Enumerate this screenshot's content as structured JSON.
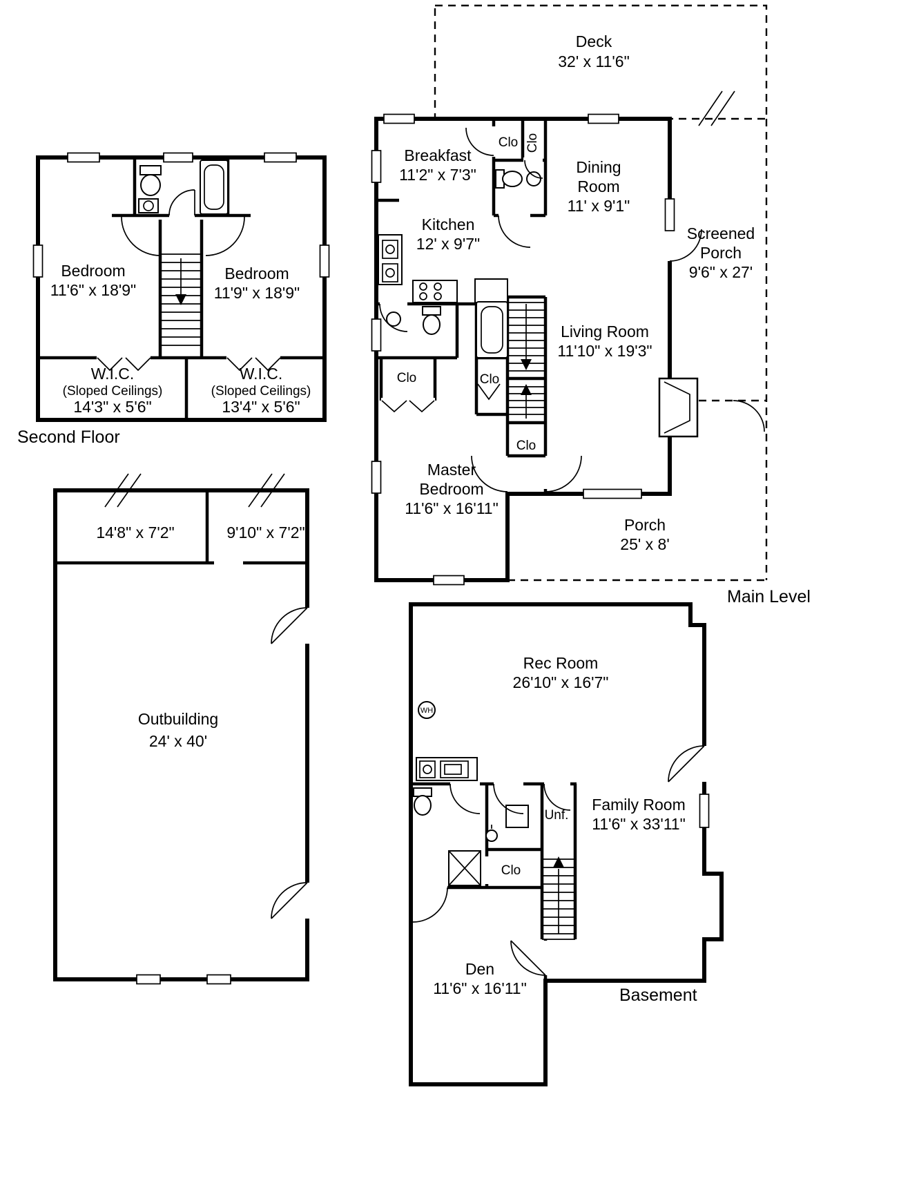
{
  "page": {
    "background": "#ffffff",
    "ink": "#000000"
  },
  "labels": {
    "closet": "Clo",
    "water_heater": "WH",
    "unfinished": "Unf."
  },
  "second_floor": {
    "title": "Second Floor",
    "bedroom_left": {
      "lines": [
        "Bedroom",
        "11'6\" x 18'9\""
      ]
    },
    "bedroom_right": {
      "lines": [
        "Bedroom",
        "11'9\" x 18'9\""
      ]
    },
    "wic_left": {
      "lines": [
        "W.I.C.",
        "(Sloped Ceilings)",
        "14'3\" x 5'6\""
      ]
    },
    "wic_right": {
      "lines": [
        "W.I.C.",
        "(Sloped Ceilings)",
        "13'4\" x 5'6\""
      ]
    }
  },
  "main_level": {
    "title": "Main Level",
    "deck": {
      "lines": [
        "Deck",
        "32' x 11'6\""
      ]
    },
    "breakfast": {
      "lines": [
        "Breakfast",
        "11'2\" x 7'3\""
      ]
    },
    "dining_room": {
      "lines": [
        "Dining",
        "Room",
        "11' x 9'1\""
      ]
    },
    "kitchen": {
      "lines": [
        "Kitchen",
        "12' x 9'7\""
      ]
    },
    "screened_porch": {
      "lines": [
        "Screened",
        "Porch",
        "9'6\" x 27'"
      ]
    },
    "living_room": {
      "lines": [
        "Living Room",
        "11'10\" x 19'3\""
      ]
    },
    "master_bedroom": {
      "lines": [
        "Master",
        "Bedroom",
        "11'6\" x 16'11\""
      ]
    },
    "porch": {
      "lines": [
        "Porch",
        "25' x 8'"
      ]
    }
  },
  "outbuilding": {
    "room_left": {
      "lines": [
        "14'8\" x 7'2\""
      ]
    },
    "room_right": {
      "lines": [
        "9'10\" x 7'2\""
      ]
    },
    "main": {
      "lines": [
        "Outbuilding",
        "24' x 40'"
      ]
    }
  },
  "basement": {
    "title": "Basement",
    "rec_room": {
      "lines": [
        "Rec Room",
        "26'10\" x 16'7\""
      ]
    },
    "family_room": {
      "lines": [
        "Family Room",
        "11'6\" x 33'11\""
      ]
    },
    "den": {
      "lines": [
        "Den",
        "11'6\" x 16'11\""
      ]
    }
  }
}
